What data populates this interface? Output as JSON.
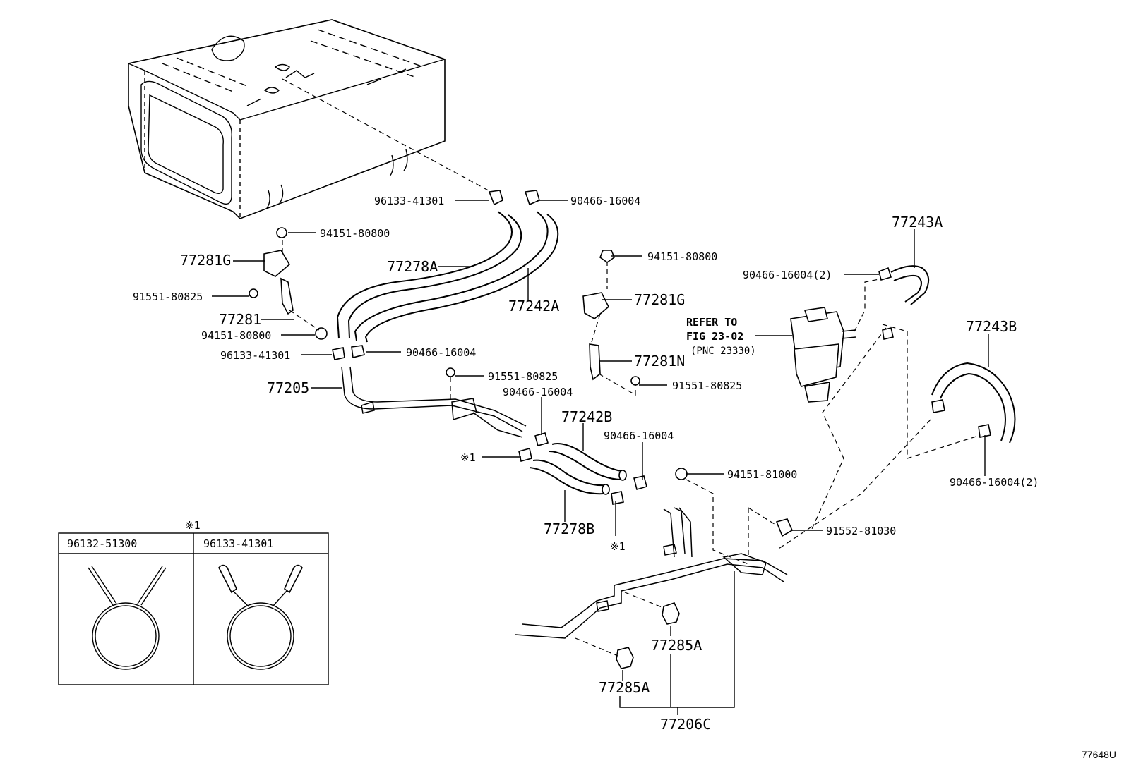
{
  "labels": {
    "l_96133_41301_top": "96133-41301",
    "l_90466_16004_top": "90466-16004",
    "l_94151_80800_a": "94151-80800",
    "l_77281G_a": "77281G",
    "l_91551_80825_a": "91551-80825",
    "l_77281": "77281",
    "l_94151_80800_b": "94151-80800",
    "l_96133_41301_mid": "96133-41301",
    "l_90466_16004_mid": "90466-16004",
    "l_77205": "77205",
    "l_77278A": "77278A",
    "l_77242A": "77242A",
    "l_94151_80800_c": "94151-80800",
    "l_77281G_b": "77281G",
    "l_77281N": "77281N",
    "l_91551_80825_b": "91551-80825",
    "l_91551_80825_c": "91551-80825",
    "l_90466_16004_c": "90466-16004",
    "l_77242B": "77242B",
    "l_90466_16004_d": "90466-16004",
    "l_ref1_a": "※1",
    "l_77278B": "77278B",
    "l_ref1_b": "※1",
    "l_refer_1": "REFER TO",
    "l_refer_2": "FIG 23-02",
    "l_refer_3": "(PNC 23330)",
    "l_77243A": "77243A",
    "l_90466_16004_2a": "90466-16004(2)",
    "l_77243B": "77243B",
    "l_90466_16004_2b": "90466-16004(2)",
    "l_94151_81000": "94151-81000",
    "l_91552_81030": "91552-81030",
    "l_77285A_a": "77285A",
    "l_77285A_b": "77285A",
    "l_77206C": "77206C",
    "l_ref1_table": "※1"
  },
  "inset_table": {
    "col1": "96132-51300",
    "col2": "96133-41301"
  },
  "figure_id": "77648U"
}
